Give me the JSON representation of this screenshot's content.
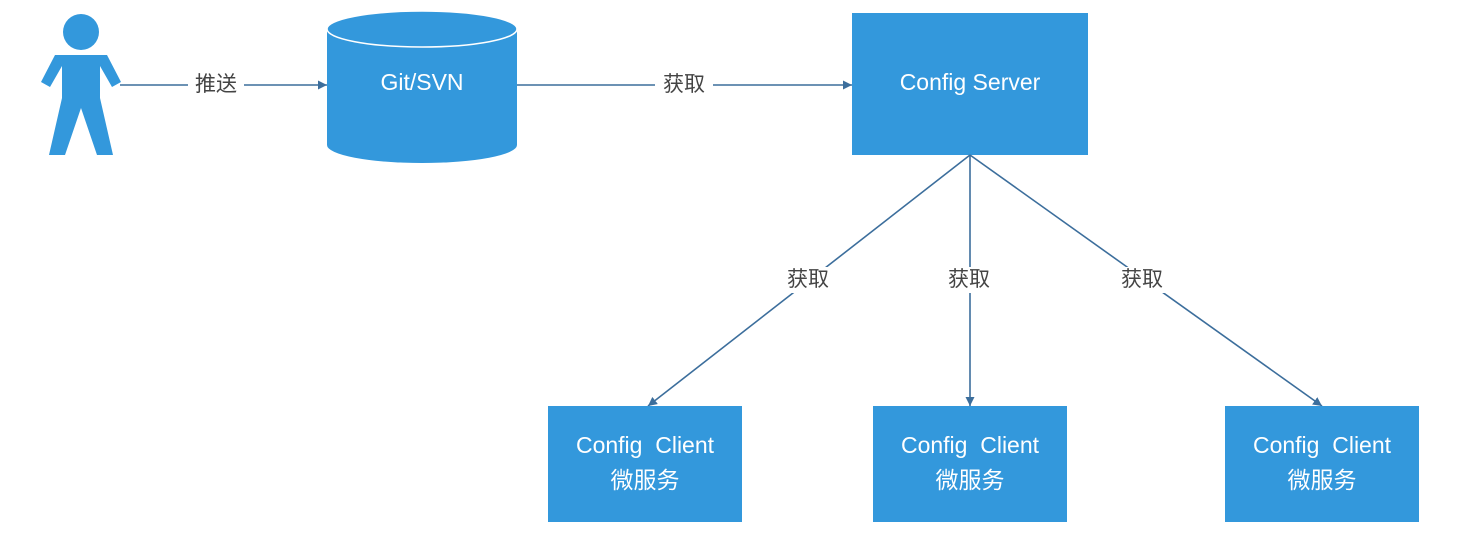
{
  "colors": {
    "node_fill": "#3398dc",
    "edge": "#3c6e9c",
    "label_text": "#444444",
    "node_text": "#ffffff"
  },
  "nodes": {
    "user": {
      "icon": "person-icon"
    },
    "repo": {
      "label": "Git/SVN",
      "shape": "cylinder"
    },
    "server": {
      "label": "Config Server"
    },
    "clients": [
      {
        "line1": "Config  Client",
        "line2": "微服务"
      },
      {
        "line1": "Config  Client",
        "line2": "微服务"
      },
      {
        "line1": "Config  Client",
        "line2": "微服务"
      }
    ]
  },
  "edges": [
    {
      "from": "user",
      "to": "repo",
      "label": "推送"
    },
    {
      "from": "repo",
      "to": "server",
      "label": "获取"
    },
    {
      "from": "server",
      "to": "client-1",
      "label": "获取"
    },
    {
      "from": "server",
      "to": "client-2",
      "label": "获取"
    },
    {
      "from": "server",
      "to": "client-3",
      "label": "获取"
    }
  ]
}
